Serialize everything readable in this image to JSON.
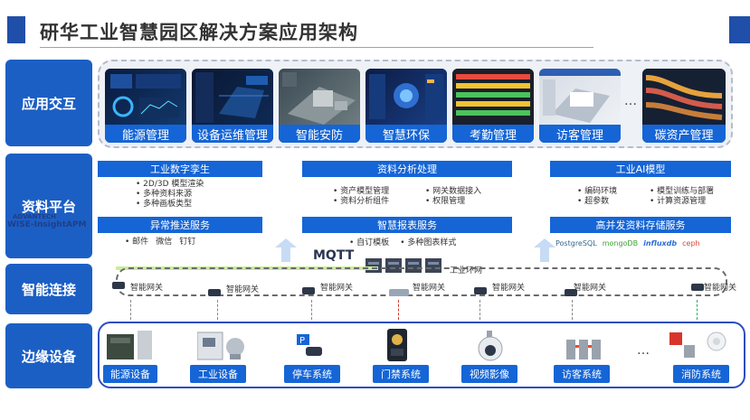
{
  "page": {
    "title": "研华工业智慧园区解决方案应用架构"
  },
  "layers": {
    "app": "应用交互",
    "platform": "资料平台",
    "connect": "智能连接",
    "edge": "边缘设备"
  },
  "brand": {
    "advantech": "ADVANTECH",
    "product": "WISE-InsightAPM"
  },
  "apps": [
    "能源管理",
    "设备运维管理",
    "智能安防",
    "智慧环保",
    "考勤管理",
    "访客管理",
    "碳资产管理"
  ],
  "apps_more": "…",
  "platform": {
    "twin": {
      "title": "工业数字孪生",
      "items": [
        "2D/3D 模型渲染",
        "多种资料来源",
        "多种画板类型"
      ]
    },
    "analysis": {
      "title": "资料分析处理",
      "items_left": [
        "资产模型管理",
        "资料分析组件"
      ],
      "items_right": [
        "网关数据接入",
        "权限管理"
      ]
    },
    "ai": {
      "title": "工业AI模型",
      "items_left": [
        "编码环境",
        "超参数"
      ],
      "items_right": [
        "模型训练与部署",
        "计算资源管理"
      ]
    },
    "push": {
      "title": "异常推送服务",
      "items": [
        "邮件",
        "微信",
        "钉钉"
      ]
    },
    "report": {
      "title": "智慧报表服务",
      "items": [
        "自订模板",
        "多种图表样式"
      ]
    },
    "storage": {
      "title": "高并发资料存储服务",
      "items": [
        "PostgreSQL",
        "mongoDB",
        "influxdb",
        "ceph"
      ]
    }
  },
  "connect": {
    "mqtt": "MQTT",
    "ring": "工业环网",
    "gateway": "智能网关"
  },
  "edge_devices": [
    "能源设备",
    "工业设备",
    "停车系统",
    "门禁系统",
    "视频影像",
    "访客系统",
    "消防系统"
  ],
  "edge_more": "…",
  "colors": {
    "primary": "#1565d6",
    "layer": "#1c5fc4",
    "frame": "#2b4dc2",
    "green": "#c9ed9a"
  }
}
